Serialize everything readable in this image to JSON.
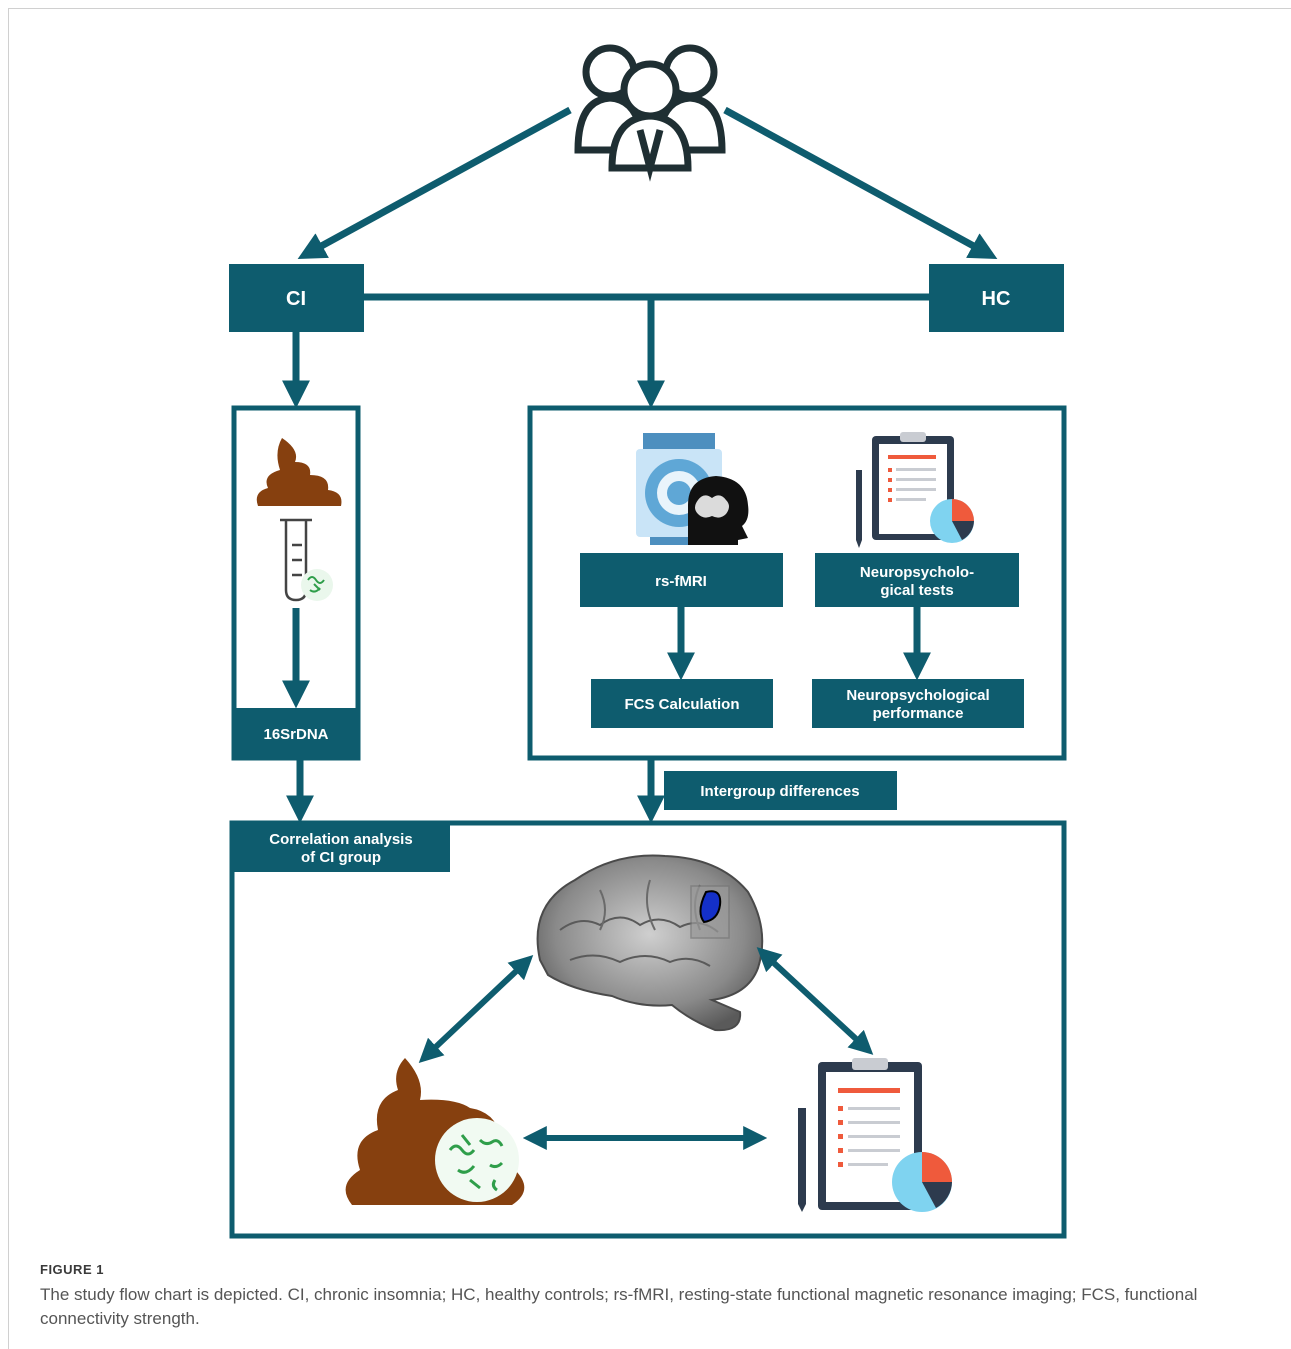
{
  "colors": {
    "teal": "#0e5c6e",
    "white": "#ffffff",
    "stool": "#86400f",
    "bacteria": "#2f9e4a",
    "clipboard": "#2d3b4e",
    "list_red": "#ef5a3c",
    "pie_blue": "#7fd3f0"
  },
  "icons": {
    "participants": "people-group-icon",
    "stool": "stool-icon",
    "tube": "test-tube-icon",
    "mri": "mri-scanner-icon",
    "head": "brain-head-icon",
    "clipboard": "clipboard-chart-icon",
    "brain": "brain-image",
    "bacteria": "bacteria-icon"
  },
  "diagram": {
    "ci": "CI",
    "hc": "HC",
    "rsfmri": "rs-fMRI",
    "neuro_tests_line1": "Neuropsycholo-",
    "neuro_tests_line2": "gical tests",
    "fcs": "FCS Calculation",
    "neuro_perf_line1": "Neuropsychological",
    "neuro_perf_line2": "performance",
    "rdna": "16SrDNA",
    "intergroup": "Intergroup differences",
    "correlation_line1": "Correlation analysis",
    "correlation_line2": "of CI group"
  },
  "caption": {
    "label": "FIGURE 1",
    "text": "The study flow chart is depicted. CI, chronic insomnia; HC, healthy controls; rs-fMRI, resting-state functional magnetic resonance imaging; FCS, functional connectivity strength."
  }
}
